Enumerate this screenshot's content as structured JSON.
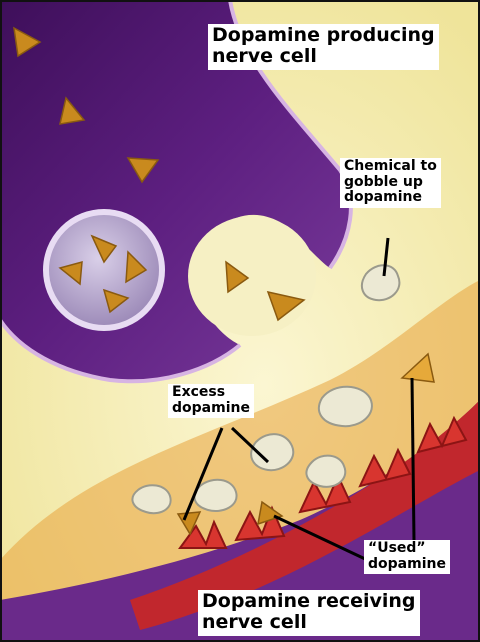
{
  "labels": {
    "producing": [
      "Dopamine producing",
      "nerve cell"
    ],
    "chemical": [
      "Chemical to",
      "gobble up",
      "dopamine"
    ],
    "excess": [
      "Excess",
      "dopamine"
    ],
    "used": [
      "“Used”",
      "dopamine"
    ],
    "receiving": [
      "Dopamine receiving",
      "nerve cell"
    ]
  },
  "colors": {
    "background": "#f4ecae",
    "producing_cell": "#5a1d7a",
    "receiving_membrane": "#c1272d",
    "dopamine": "#c98a1e"
  }
}
